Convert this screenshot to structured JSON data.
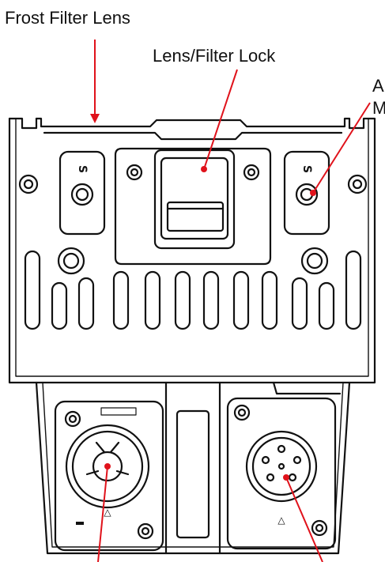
{
  "labels": {
    "frost_filter_lens": "Frost Filter Lens",
    "lens_filter_lock": "Lens/Filter Lock",
    "cut_off_1": "A",
    "cut_off_2": "M"
  },
  "colors": {
    "line": "#111111",
    "callout": "#e0121b",
    "background": "#ffffff"
  },
  "icons": {
    "power_connector": "powercon-socket",
    "data_connector": "5-pin-xlr-socket"
  }
}
